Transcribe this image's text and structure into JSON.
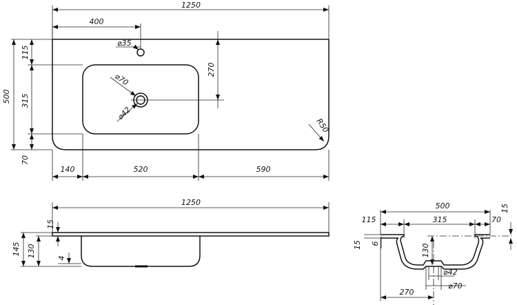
{
  "top_view": {
    "overall_width": "1250",
    "tap_hole_offset": "400",
    "tap_hole_diameter": "⌀35",
    "overall_depth": "500",
    "back_margin": "115",
    "bowl_depth": "315",
    "front_margin": "70",
    "bowl_to_tap_axis": "270",
    "drain_outer": "⌀70",
    "drain_inner": "⌀42",
    "corner_radius": "R50",
    "left_margin": "140",
    "bowl_width": "520",
    "right_deck": "590"
  },
  "front_view": {
    "overall_width": "1250",
    "top_thickness": "15",
    "total_height": "145",
    "bowl_height": "130",
    "bottom_thickness": "4"
  },
  "side_view": {
    "overall_depth": "500",
    "back_margin": "115",
    "bowl_depth": "315",
    "front_margin": "70",
    "top_thickness_right": "15",
    "top_thickness_left": "15",
    "wall_thickness": "6",
    "bowl_height": "130",
    "drain_inner": "⌀42",
    "drain_outer": "⌀70",
    "drain_offset": "270"
  }
}
